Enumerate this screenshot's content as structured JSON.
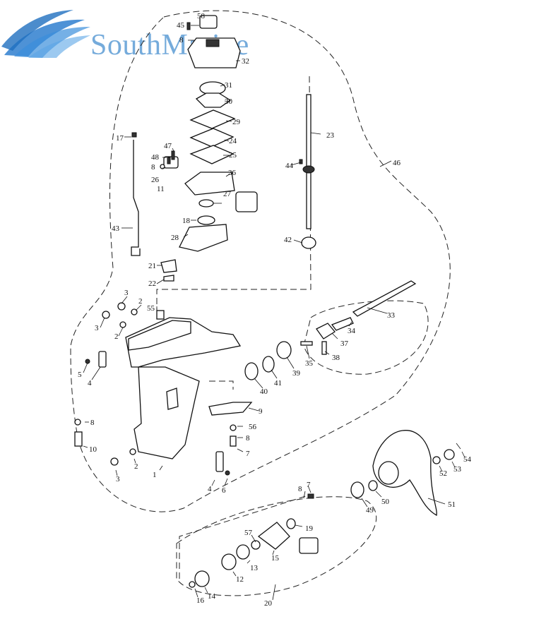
{
  "brand": {
    "name": "SouthMarine",
    "accent_color": "#6aa4d8",
    "logo_icon": "wave-logo-icon"
  },
  "callouts": [
    {
      "label": "58"
    },
    {
      "label": "45"
    },
    {
      "label": "8"
    },
    {
      "label": "32"
    },
    {
      "label": "31"
    },
    {
      "label": "30"
    },
    {
      "label": "29"
    },
    {
      "label": "24"
    },
    {
      "label": "25"
    },
    {
      "label": "47"
    },
    {
      "label": "48"
    },
    {
      "label": "8"
    },
    {
      "label": "26"
    },
    {
      "label": "11"
    },
    {
      "label": "36"
    },
    {
      "label": "27"
    },
    {
      "label": "18"
    },
    {
      "label": "28"
    },
    {
      "label": "17"
    },
    {
      "label": "43"
    },
    {
      "label": "21"
    },
    {
      "label": "22"
    },
    {
      "label": "23"
    },
    {
      "label": "44"
    },
    {
      "label": "42"
    },
    {
      "label": "46"
    },
    {
      "label": "3"
    },
    {
      "label": "2"
    },
    {
      "label": "55"
    },
    {
      "label": "3"
    },
    {
      "label": "2"
    },
    {
      "label": "5"
    },
    {
      "label": "4"
    },
    {
      "label": "33"
    },
    {
      "label": "34"
    },
    {
      "label": "37"
    },
    {
      "label": "38"
    },
    {
      "label": "35"
    },
    {
      "label": "39"
    },
    {
      "label": "41"
    },
    {
      "label": "40"
    },
    {
      "label": "9"
    },
    {
      "label": "8"
    },
    {
      "label": "10"
    },
    {
      "label": "56"
    },
    {
      "label": "8"
    },
    {
      "label": "7"
    },
    {
      "label": "2"
    },
    {
      "label": "1"
    },
    {
      "label": "3"
    },
    {
      "label": "4"
    },
    {
      "label": "6"
    },
    {
      "label": "54"
    },
    {
      "label": "53"
    },
    {
      "label": "52"
    },
    {
      "label": "50"
    },
    {
      "label": "49"
    },
    {
      "label": "51"
    },
    {
      "label": "7"
    },
    {
      "label": "8"
    },
    {
      "label": "19"
    },
    {
      "label": "57"
    },
    {
      "label": "15"
    },
    {
      "label": "13"
    },
    {
      "label": "12"
    },
    {
      "label": "14"
    },
    {
      "label": "16"
    },
    {
      "label": "20"
    }
  ]
}
